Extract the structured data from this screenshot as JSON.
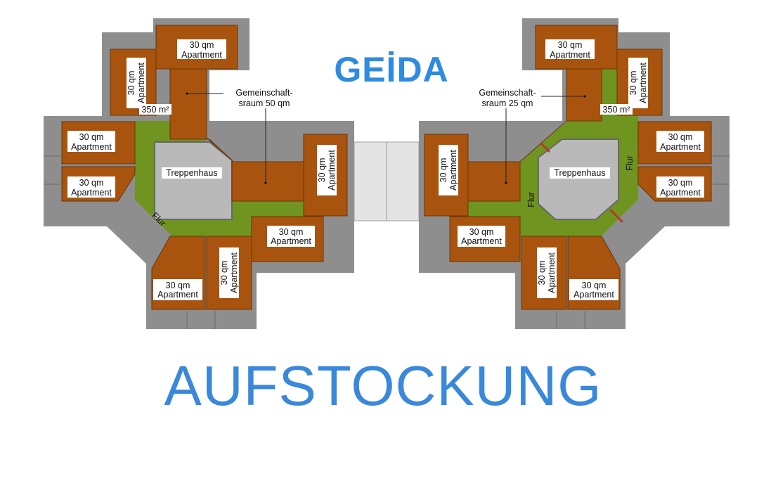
{
  "logo": {
    "text": "GEİDA",
    "color": "#2E8BE0"
  },
  "headline": {
    "text": "AUFSTOCKUNG",
    "color": "#3A88DC"
  },
  "colors": {
    "wall": "#8E8E8E",
    "room": "#A8540E",
    "corridor": "#6F9520",
    "stair": "#B9B9B9",
    "bridge": "#E4E4E4",
    "label_bg": "#FFFFFF"
  },
  "left_wing": {
    "apartment_line1": "30 qm",
    "apartment_line2": "Apartment",
    "stair_label": "Treppenhaus",
    "corridor_label": "Flur",
    "area_label": "350 m²",
    "common_room_line1": "Gemeinschaft-",
    "common_room_line2": "sraum 50 qm"
  },
  "right_wing": {
    "apartment_line1": "30 qm",
    "apartment_line2": "Apartment",
    "stair_label": "Treppenhaus",
    "corridor_label": "Flur",
    "area_label": "350 m²",
    "common_room_line1": "Gemeinschaft-",
    "common_room_line2": "sraum 25 qm"
  }
}
